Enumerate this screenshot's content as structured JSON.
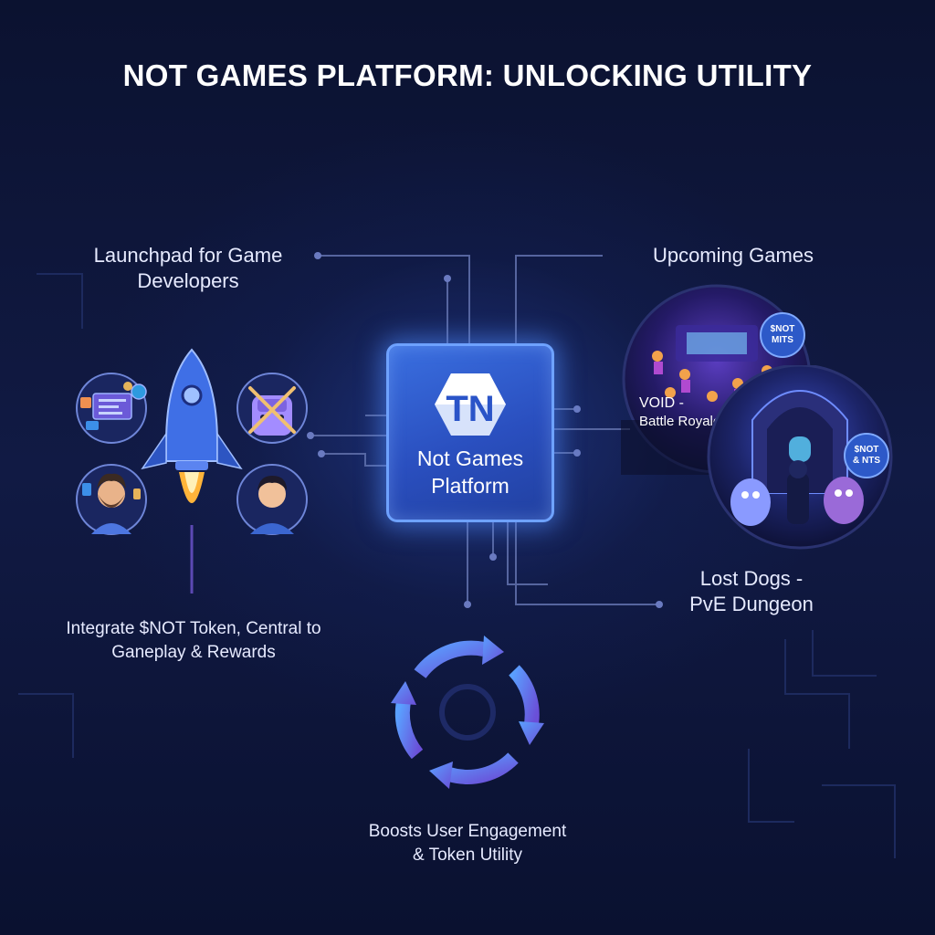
{
  "title": "NOT GAMES PLATFORM: UNLOCKING UTILITY",
  "center": {
    "logo_text": "TN",
    "label_line1": "Not Games",
    "label_line2": "Platform"
  },
  "launchpad": {
    "label_line1": "Launchpad for Game",
    "label_line2": "Developers"
  },
  "integrate": {
    "label_line1": "Integrate $NOT Token, Central to",
    "label_line2": "Ganeplay & Rewards"
  },
  "upcoming": {
    "label": "Upcoming Games"
  },
  "games": [
    {
      "caption_line1": "VOID -",
      "caption_line2": "Battle Royale",
      "badge_line1": "$NOT",
      "badge_line2": "MITS"
    },
    {
      "caption_line1": "Lost Dogs -",
      "caption_line2": "PvE Dungeon",
      "badge_line1": "$NOT",
      "badge_line2": "& NTS"
    }
  ],
  "engagement": {
    "label_line1": "Boosts User Engagement",
    "label_line2": "& Token Utility"
  },
  "colors": {
    "background": "#0d1430",
    "accent": "#3a6fe0",
    "connector": "#5a6aa8",
    "flame": "#ffb43a"
  },
  "icons": [
    "rocket-icon",
    "developer-dashboard-icon",
    "tools-avatar-icon",
    "bearded-developer-icon",
    "developer-avatar-icon",
    "cycle-arrows-icon"
  ]
}
